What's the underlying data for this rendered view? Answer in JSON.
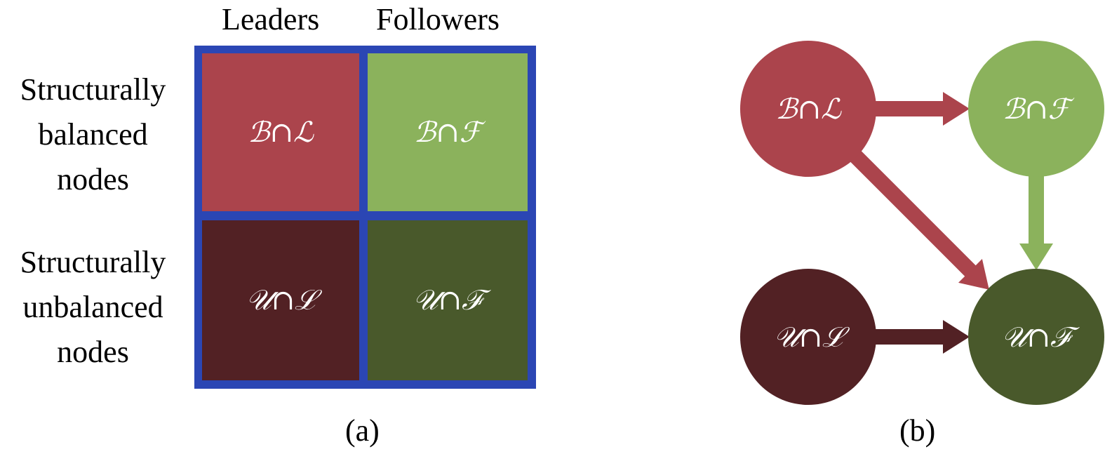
{
  "panel_a": {
    "column_headers": [
      "Leaders",
      "Followers"
    ],
    "row_labels": [
      [
        "Structurally",
        "balanced",
        "nodes"
      ],
      [
        "Structurally",
        "unbalanced",
        "nodes"
      ]
    ],
    "cells": [
      {
        "label": "ℬ∩ℒ",
        "color": "#ab444c"
      },
      {
        "label": "ℬ∩ℱ",
        "color": "#8bb25c"
      },
      {
        "label": "𝒰∩ℒ",
        "color": "#522124"
      },
      {
        "label": "𝒰∩ℱ",
        "color": "#49592b"
      }
    ],
    "border_color": "#2b46b4",
    "caption": "(a)"
  },
  "panel_b": {
    "nodes": [
      {
        "id": "BL",
        "label": "ℬ∩ℒ",
        "color": "#ab444c"
      },
      {
        "id": "BF",
        "label": "ℬ∩ℱ",
        "color": "#8bb25c"
      },
      {
        "id": "UL",
        "label": "𝒰∩ℒ",
        "color": "#522124"
      },
      {
        "id": "UF",
        "label": "𝒰∩ℱ",
        "color": "#49592b"
      }
    ],
    "edges": [
      {
        "from": "BL",
        "to": "BF",
        "color": "#ab444c"
      },
      {
        "from": "BL",
        "to": "UF",
        "color": "#ab444c"
      },
      {
        "from": "BF",
        "to": "UF",
        "color": "#8bb25c"
      },
      {
        "from": "UL",
        "to": "UF",
        "color": "#522124"
      }
    ],
    "caption": "(b)"
  }
}
